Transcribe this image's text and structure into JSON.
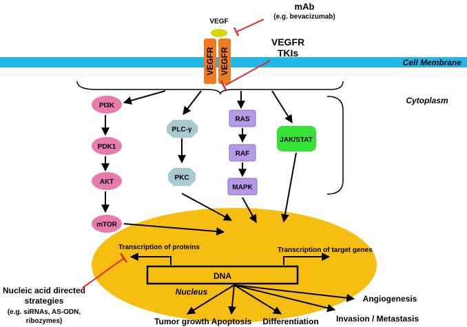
{
  "colors": {
    "membrane": "#1fb7ea",
    "receptor": "#f07a22",
    "vegf": "#d8d800",
    "inhibitor": "#e8292a",
    "pink_node": "#e87aac",
    "gray_node": "#a8c9cf",
    "purple_node": "#b49ae6",
    "green_node": "#36e236",
    "nucleus": "#f6be10"
  },
  "labels": {
    "vegf": "VEGF",
    "mab": "mAb",
    "mab_example": "(e.g. bevacizumab)",
    "vegfr_tkis_line1": "VEGFR",
    "vegfr_tkis_line2": "TKIs",
    "receptor": "VEGFR",
    "cell_membrane": "Cell Membrane",
    "cytoplasm": "Cytoplasm",
    "nucleus": "Nucleus",
    "dna": "DNA",
    "transcription_proteins": "Transcription of proteins",
    "transcription_target": "Transcription of target genes",
    "nucleic_line1": "Nucleic acid directed",
    "nucleic_line2": "strategies",
    "nucleic_line3": "(e.g. siRNAs, AS-ODN,",
    "nucleic_line4": "ribozymes)"
  },
  "pathways": {
    "pi3k": [
      "PI3K",
      "PDK1",
      "AKT",
      "mTOR"
    ],
    "plc": [
      "PLC-γ",
      "PKC"
    ],
    "ras": [
      "RAS",
      "RAF",
      "MAPK"
    ],
    "jak": "JAK/STAT"
  },
  "outcomes": {
    "angiogenesis": "Angiogenesis",
    "tumor_growth": "Tumor growth",
    "apoptosis": "Apoptosis",
    "differentiation": "Differentiation",
    "invasion": "Invasion / Metastasis"
  }
}
